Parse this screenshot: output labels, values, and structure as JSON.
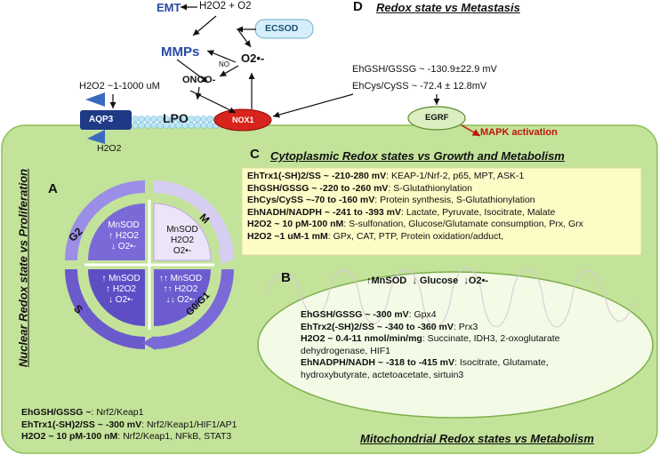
{
  "top": {
    "emt": "EMT",
    "h2o2_o2": "H2O2 + O2",
    "mmps": "MMPs",
    "ecsod": "ECSOD",
    "no": "NO",
    "superoxide": "O2•-",
    "onoo": "ONOO-",
    "h2o2_range": "H2O2 ~1-1000 uM",
    "aqp3": "AQP3",
    "lpo": "LPO",
    "h2o2_in": "H2O2",
    "nox1": "NOX1",
    "egrf": "EGRF",
    "mapk": "MAPK activation",
    "gsh_eh": "EhGSH/GSSG ~ -130.9±22.9 mV",
    "cys_eh": "EhCys/CySS ~ -72.4 ± 12.8mV"
  },
  "panel_d": {
    "letter": "D",
    "title": "Redox state vs Metastasis"
  },
  "panel_c": {
    "letter": "C",
    "title": "Cytoplasmic Redox states vs Growth and Metabolism",
    "lines": [
      {
        "label": "EhTrx1(-SH)2/SS ~ -210-280 mV",
        "text": ": KEAP-1/Nrf-2, p65, MPT, ASK-1"
      },
      {
        "label": "EhGSH/GSSG ~ -220 to -260 mV",
        "text": ": S-Glutathionylation"
      },
      {
        "label": "EhCys/CySS ~-70 to -160 mV",
        "text": ": Protein synthesis, S-Glutathionylation"
      },
      {
        "label": "EhNADH/NADPH ~ -241 to -393 mV",
        "text": ": Lactate, Pyruvate, Isocitrate, Malate"
      },
      {
        "label": "H2O2 ~ 10 pM-100 nM",
        "text": ": S-sulfonation, Glucose/Glutamate consumption, Prx, Grx"
      },
      {
        "label": "H2O2 ~1 uM-1 mM",
        "text": ": GPx, CAT, PTP, Protein oxidation/adduct,"
      }
    ]
  },
  "panel_a": {
    "letter": "A",
    "side_title": "Nuclear Redox state vs Proliferation",
    "phases": {
      "g2": "G2",
      "m": "M",
      "s": "S",
      "g0g1": "G0/G1"
    },
    "quadrants": {
      "g2": [
        "MnSOD",
        "↑ H2O2",
        "↓ O2•-"
      ],
      "m": [
        "MnSOD",
        "H2O2",
        "O2•-"
      ],
      "s": [
        "↑ MnSOD",
        "↑ H2O2",
        "↓ O2•-"
      ],
      "g0g1": [
        "↑↑ MnSOD",
        "↑↑ H2O2",
        "↓↓ O2•-"
      ]
    },
    "lines": [
      {
        "label": "EhGSH/GSSG ~",
        "text": ": Nrf2/Keap1"
      },
      {
        "label": "EhTrx1(-SH)2/SS ~ -300 mV",
        "text": ": Nrf2/Keap1/HIF1/AP1"
      },
      {
        "label": "H2O2 ~ 10 pM-100 nM",
        "text": ": Nrf2/Keap1, NFkB, STAT3"
      }
    ]
  },
  "panel_b": {
    "letter": "B",
    "header": "↑MnSOD  ↓ Glucose  ↓O2•-",
    "lines": [
      {
        "label": "EhGSH/GSSG ~ -300 mV",
        "text": ": Gpx4"
      },
      {
        "label": "EhTrx2(-SH)2/SS ~ -340 to -360 mV",
        "text": ": Prx3"
      },
      {
        "label": "H2O2 ~ 0.4-11 nmol/min/mg",
        "text": ": Succinate, IDH3, 2-oxoglutarate"
      },
      {
        "label": "",
        "text": "dehydrogenase, HIF1"
      },
      {
        "label": "EhNADPH/NADH ~ -318 to -415 mV",
        "text": ": Isocitrate, Glutamate,"
      },
      {
        "label": "",
        "text": "hydroxybutyrate, actetoacetate, sirtuin3"
      }
    ],
    "title": "Mitochondrial Redox states vs Metabolism"
  },
  "colors": {
    "cell_green": "#c3e39a",
    "cell_border": "#8fbf5a",
    "panel_c_bg": "#fdfbc6",
    "mito_bg": "#f3fbe6",
    "nox_red": "#d8241c",
    "quad_dark": "#7a6ad8",
    "quad_light": "#ece4f8",
    "blue_text": "#2a49a6",
    "mapk_red": "#c0140c"
  }
}
